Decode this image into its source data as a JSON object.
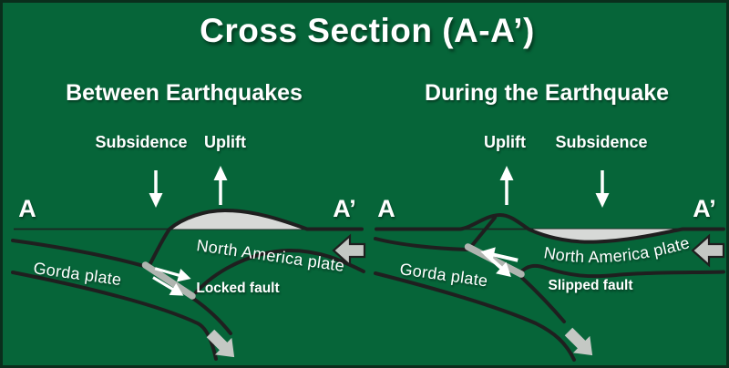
{
  "title": "Cross Section (A-A’)",
  "colors": {
    "background": "#066539",
    "line": "#1f1f1f",
    "surface_fill": "#d7d9d7",
    "arrow_fill": "#c4c8c4",
    "fault_color": "#b0b5b0",
    "text": "#ffffff",
    "border": "#0a2e1c"
  },
  "left_panel": {
    "heading": "Between Earthquakes",
    "motion_left": "Subsidence",
    "motion_right": "Uplift",
    "section_start": "A",
    "section_end": "A’",
    "upper_plate": "North America plate",
    "subducting_plate": "Gorda plate",
    "fault_label": "Locked fault"
  },
  "right_panel": {
    "heading": "During the Earthquake",
    "motion_left": "Uplift",
    "motion_right": "Subsidence",
    "section_start": "A",
    "section_end": "A’",
    "upper_plate": "North America plate",
    "subducting_plate": "Gorda plate",
    "fault_label": "Slipped fault"
  }
}
